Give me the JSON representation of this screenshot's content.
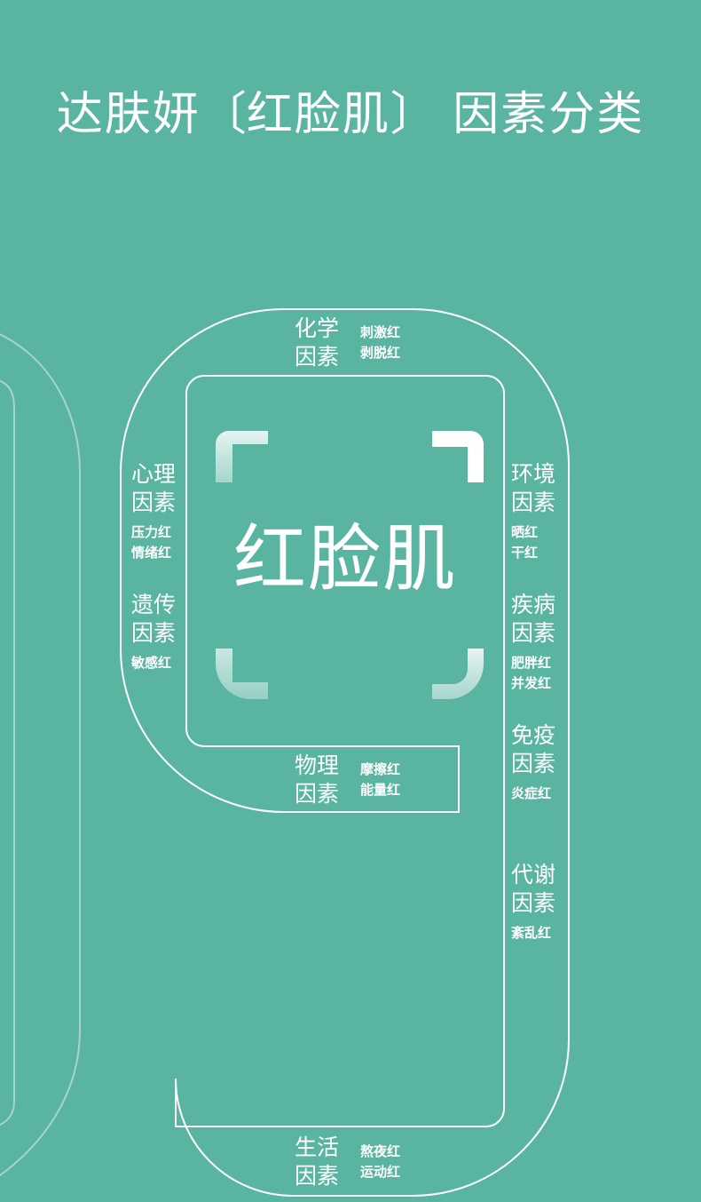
{
  "title": {
    "main": "达肤妍",
    "bracket_open": "〔",
    "bracket_text": "红脸肌",
    "bracket_close": "〕",
    "suffix": "因素分类"
  },
  "center_label": "红脸肌",
  "factors": {
    "chemical": {
      "name": "化学因素",
      "subs": [
        "刺激红",
        "剥脱红"
      ]
    },
    "psych": {
      "name": "心理因素",
      "subs": [
        "压力红",
        "情绪红"
      ]
    },
    "genetic": {
      "name": "遗传因素",
      "subs": [
        "敏感红"
      ]
    },
    "physical": {
      "name": "物理因素",
      "subs": [
        "摩擦红",
        "能量红"
      ]
    },
    "env": {
      "name": "环境因素",
      "subs": [
        "晒红",
        "干红"
      ]
    },
    "disease": {
      "name": "疾病因素",
      "subs": [
        "肥胖红",
        "并发红"
      ]
    },
    "immune": {
      "name": "免疫因素",
      "subs": [
        "炎症红"
      ]
    },
    "metabolic": {
      "name": "代谢因素",
      "subs": [
        "紊乱红"
      ]
    },
    "life": {
      "name": "生活因素",
      "subs": [
        "熬夜红",
        "运动红"
      ]
    }
  },
  "colors": {
    "background": "#5ab4a2",
    "line": "#ffffff"
  }
}
